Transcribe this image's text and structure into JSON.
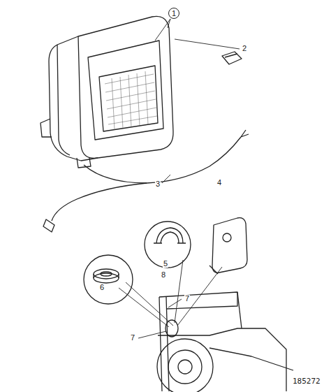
{
  "diagram": {
    "labels": [
      "1",
      "2",
      "3",
      "4",
      "5",
      "6",
      "7",
      "7",
      "8",
      "185272"
    ]
  }
}
